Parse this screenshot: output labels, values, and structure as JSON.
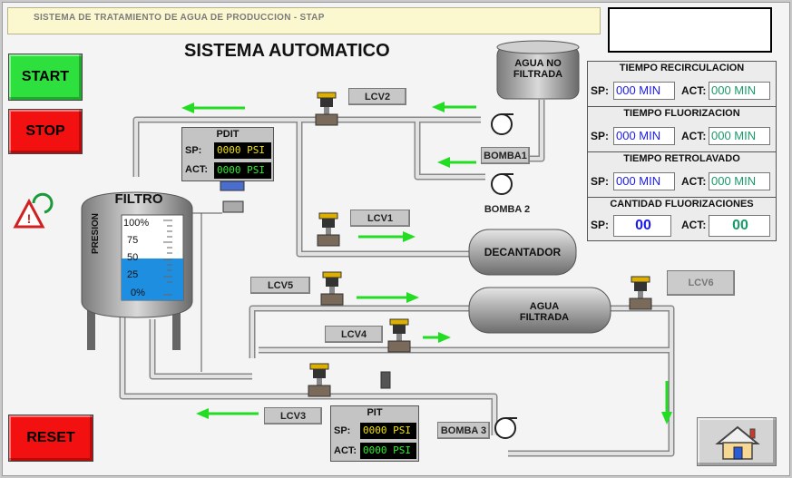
{
  "header": {
    "title": "SISTEMA DE TRATAMIENTO DE AGUA DE PRODUCCION - STAP",
    "heading": "SISTEMA AUTOMATICO"
  },
  "buttons": {
    "start": "START",
    "stop": "STOP",
    "reset": "RESET"
  },
  "valves": {
    "lcv1": "LCV1",
    "lcv2": "LCV2",
    "lcv3": "LCV3",
    "lcv4": "LCV4",
    "lcv5": "LCV5",
    "lcv6": "LCV6"
  },
  "pumps": {
    "bomba1": "BOMBA1",
    "bomba2": "BOMBA 2",
    "bomba3": "BOMBA 3"
  },
  "tanks": {
    "agua_no_filtrada": "AGUA NO FILTRADA",
    "decantador": "DECANTADOR",
    "agua_filtrada": "AGUA FILTRADA",
    "filtro": "FILTRO"
  },
  "filter_gauge": {
    "label": "PRESION",
    "ticks": [
      "100%",
      "75",
      "50",
      "25",
      "0%"
    ],
    "level_percent": 45
  },
  "pdit": {
    "title": "PDIT",
    "sp_label": "SP:",
    "act_label": "ACT:",
    "sp_value": "0000 PSI",
    "act_value": "0000 PSI"
  },
  "pit": {
    "title": "PIT",
    "sp_label": "SP:",
    "act_label": "ACT:",
    "sp_value": "0000 PSI",
    "act_value": "0000 PSI"
  },
  "timers": {
    "recirculacion": {
      "title": "TIEMPO RECIRCULACION",
      "sp_label": "SP:",
      "act_label": "ACT:",
      "sp": "000 MIN",
      "act": "000 MIN"
    },
    "fluorizacion": {
      "title": "TIEMPO FLUORIZACION",
      "sp_label": "SP:",
      "act_label": "ACT:",
      "sp": "000 MIN",
      "act": "000 MIN"
    },
    "retrolavado": {
      "title": "TIEMPO RETROLAVADO",
      "sp_label": "SP:",
      "act_label": "ACT:",
      "sp": "000 MIN",
      "act": "000 MIN"
    },
    "cantidad": {
      "title": "CANTIDAD FLUORIZACIONES",
      "sp_label": "SP:",
      "act_label": "ACT:",
      "sp": "00",
      "act": "00"
    }
  },
  "colors": {
    "start": "#2ee03e",
    "stop": "#f21010",
    "arrow": "#22dd22",
    "water": "#1e8ee0",
    "pipe": "#d8d8d8"
  }
}
